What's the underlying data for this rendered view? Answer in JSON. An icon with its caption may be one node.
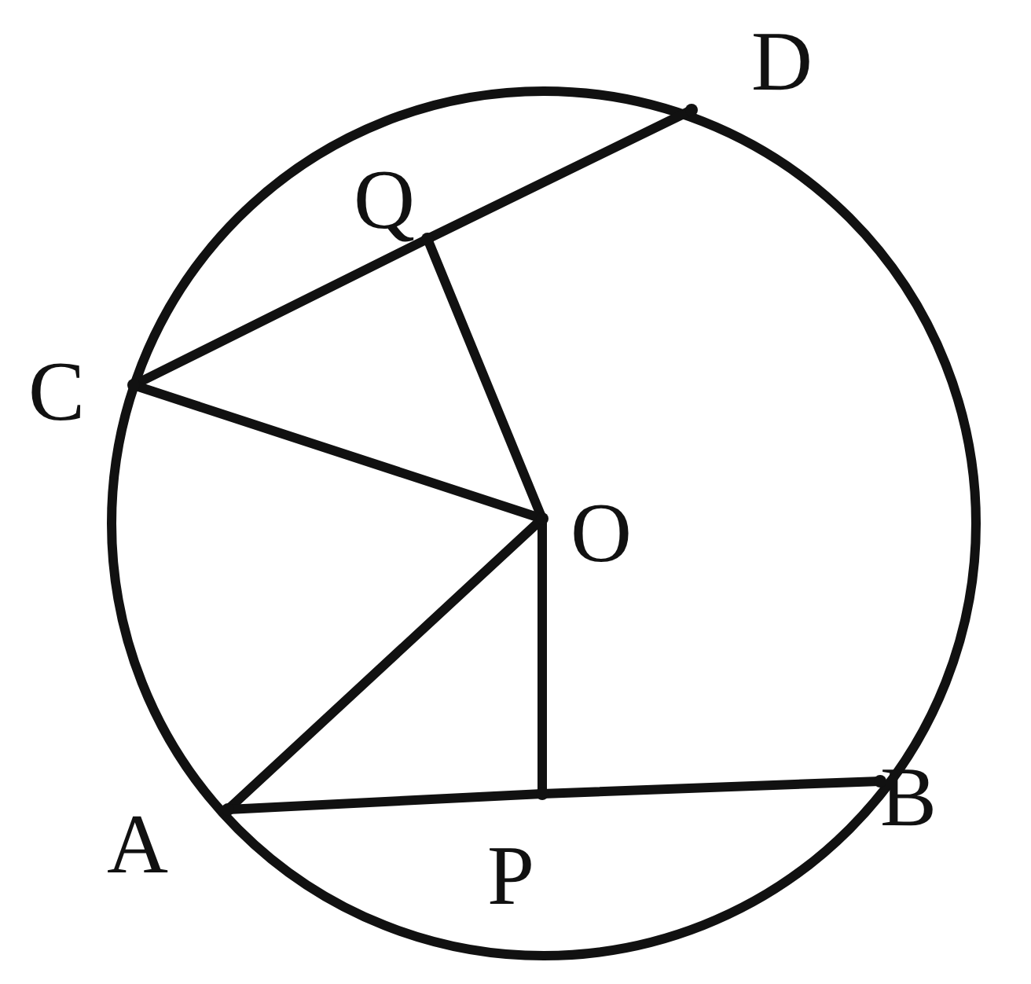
{
  "diagram": {
    "nodes": [
      {
        "text": [],
        "shape": "point",
        "beside": [
          "D"
        ]
      },
      {
        "text": [],
        "shape": "point",
        "beside": [
          "Q"
        ]
      },
      {
        "text": [],
        "shape": "point",
        "beside": [
          "C"
        ]
      },
      {
        "text": [],
        "shape": "point",
        "beside": [
          "O"
        ]
      },
      {
        "text": [],
        "shape": "point",
        "beside": [
          "A"
        ]
      },
      {
        "text": [],
        "shape": "point",
        "beside": [
          "P"
        ]
      },
      {
        "text": [],
        "shape": "point",
        "beside": [
          "B"
        ]
      }
    ],
    "edges": [
      {
        "from": 2,
        "to": 1,
        "arrow": "none"
      },
      {
        "from": 1,
        "to": 0,
        "arrow": "none"
      },
      {
        "from": 1,
        "to": 3,
        "arrow": "none"
      },
      {
        "from": 2,
        "to": 3,
        "arrow": "none"
      },
      {
        "from": 4,
        "to": 3,
        "arrow": "none"
      },
      {
        "from": 3,
        "to": 5,
        "arrow": "none"
      },
      {
        "from": 4,
        "to": 5,
        "arrow": "none"
      },
      {
        "from": 5,
        "to": 6,
        "arrow": "none"
      }
    ]
  }
}
